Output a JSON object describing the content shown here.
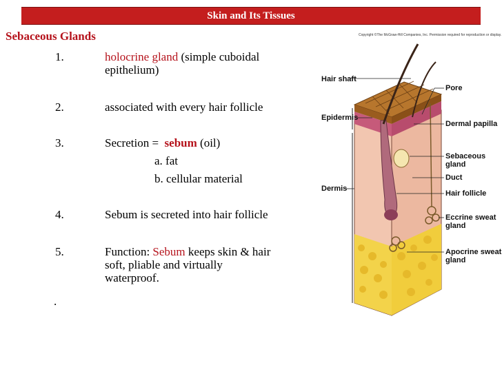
{
  "title": "Skin and Its Tissues",
  "section_heading": "Sebaceous Glands",
  "items": [
    {
      "num": "1.",
      "red": "holocrine gland",
      "rest": " (simple cuboidal",
      "line2": "epithelium)"
    },
    {
      "num": "2.",
      "text": "associated with every hair follicle"
    },
    {
      "num": "3.",
      "lead": "Secretion = ",
      "bold_red": "sebum",
      "tail": " (oil)",
      "subitems": [
        "a.  fat",
        "b.  cellular material"
      ]
    },
    {
      "num": "4.",
      "text": "Sebum is secreted into hair follicle"
    },
    {
      "num": "5.",
      "lead": "Function: ",
      "red": "Sebum",
      "rest": " keeps skin & hair",
      "line2": "soft, pliable and virtually",
      "line3": "waterproof."
    }
  ],
  "trailing_dot": ".",
  "figure": {
    "copyright": "Copyright ©The McGraw-Hill Companies, Inc. Permission required for reproduction or display.",
    "labels": {
      "hair_shaft": "Hair shaft",
      "epidermis": "Epidermis",
      "dermis": "Dermis",
      "pore": "Pore",
      "dermal_papilla": "Dermal papilla",
      "sebaceous_gland": "Sebaceous gland",
      "duct": "Duct",
      "hair_follicle": "Hair follicle",
      "eccrine_1": "Eccrine sweat",
      "eccrine_2": "gland",
      "apocrine_1": "Apocrine sweat",
      "apocrine_2": "gland"
    }
  }
}
